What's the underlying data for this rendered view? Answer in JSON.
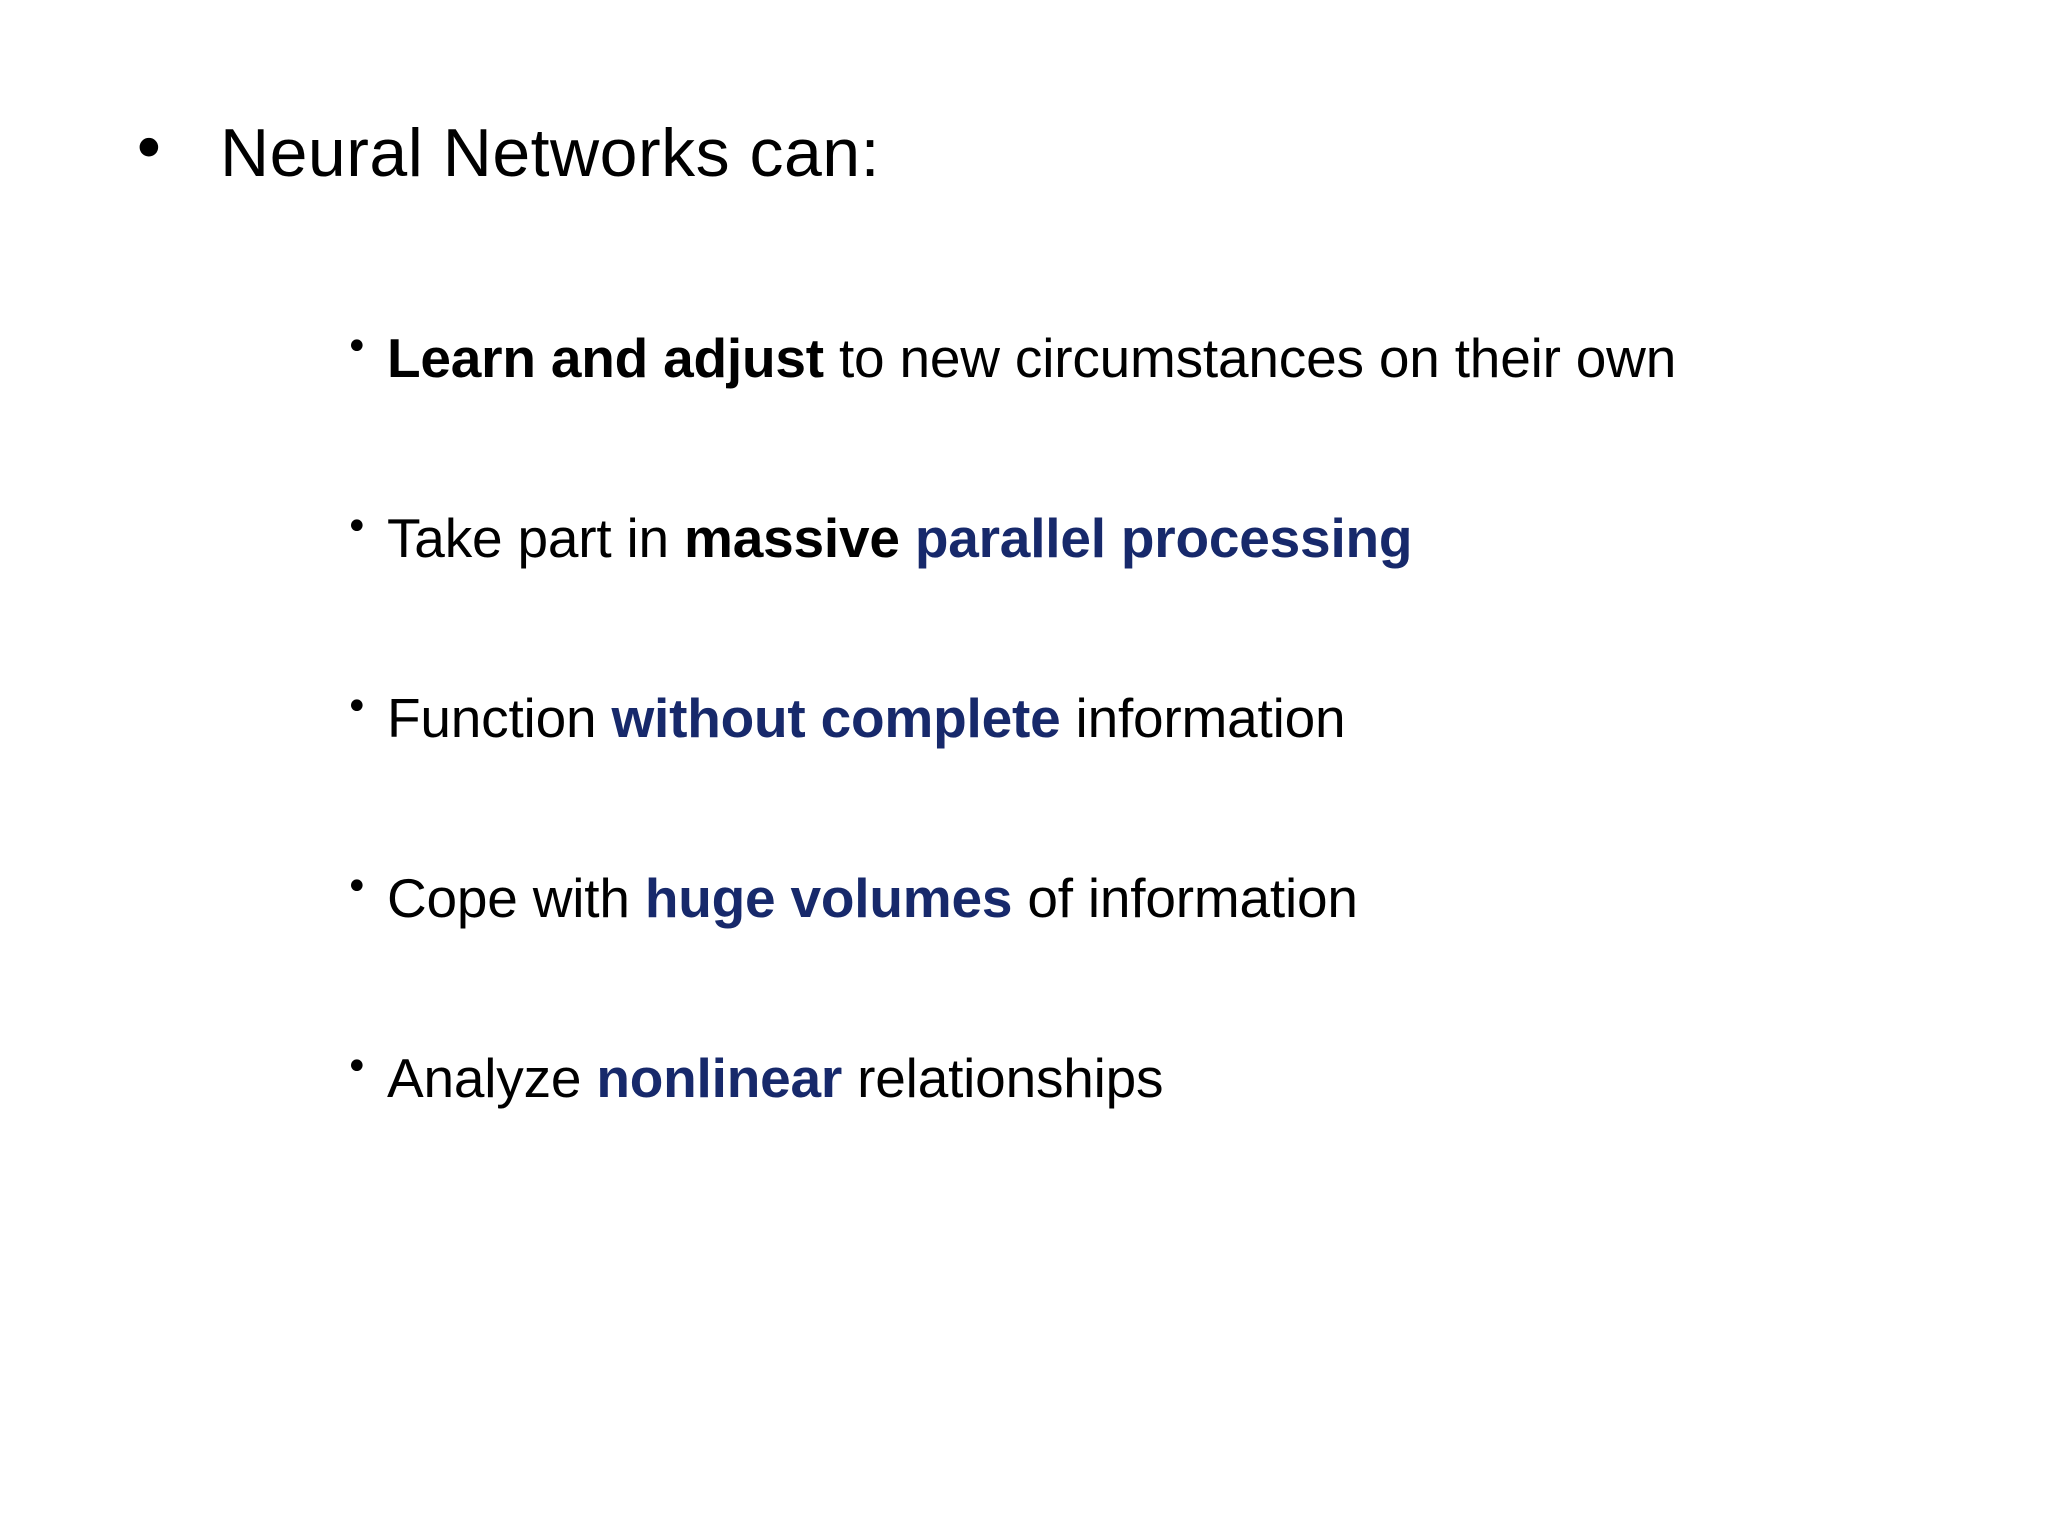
{
  "slide": {
    "background_color": "#ffffff",
    "accent_color": "#17296b",
    "text_color": "#000000",
    "bullet_glyph": "•",
    "title": {
      "bullet": "•",
      "text": "Neural Networks can:"
    },
    "items": [
      {
        "bullet": "•",
        "runs": [
          {
            "text": "Learn and adjust",
            "style": "bold"
          },
          {
            "text": " to new circumstances on their own",
            "style": "plain"
          }
        ]
      },
      {
        "bullet": "•",
        "runs": [
          {
            "text": "Take part in ",
            "style": "plain"
          },
          {
            "text": "massive ",
            "style": "bold"
          },
          {
            "text": "parallel processing",
            "style": "navy"
          }
        ]
      },
      {
        "bullet": "•",
        "runs": [
          {
            "text": "Function ",
            "style": "plain"
          },
          {
            "text": "without complete",
            "style": "navy"
          },
          {
            "text": " information",
            "style": "plain"
          }
        ]
      },
      {
        "bullet": "•",
        "runs": [
          {
            "text": "Cope with ",
            "style": "plain"
          },
          {
            "text": "huge volumes",
            "style": "navy"
          },
          {
            "text": " of information",
            "style": "plain"
          }
        ]
      },
      {
        "bullet": "•",
        "runs": [
          {
            "text": "Analyze ",
            "style": "plain"
          },
          {
            "text": "nonlinear",
            "style": "navy"
          },
          {
            "text": " relationships",
            "style": "plain"
          }
        ]
      }
    ]
  }
}
